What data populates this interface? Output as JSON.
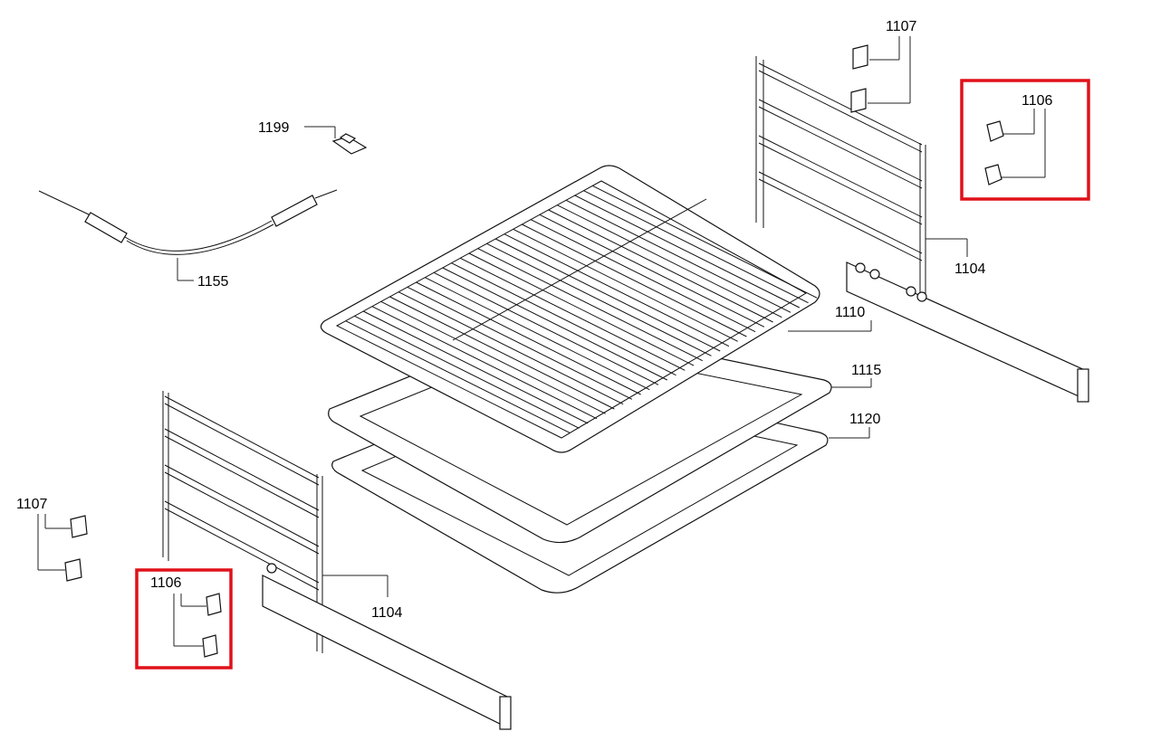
{
  "diagram": {
    "labels": {
      "cable": "1155",
      "sensor_clip": "1199",
      "wire_rack": "1110",
      "tray_upper": "1115",
      "tray_lower": "1120",
      "rail_right": "1104",
      "rail_left": "1104",
      "clip_right_1107": "1107",
      "clip_right_1106": "1106",
      "clip_left_1107": "1107",
      "clip_left_1106": "1106"
    },
    "highlight_color": "#e0111a"
  }
}
